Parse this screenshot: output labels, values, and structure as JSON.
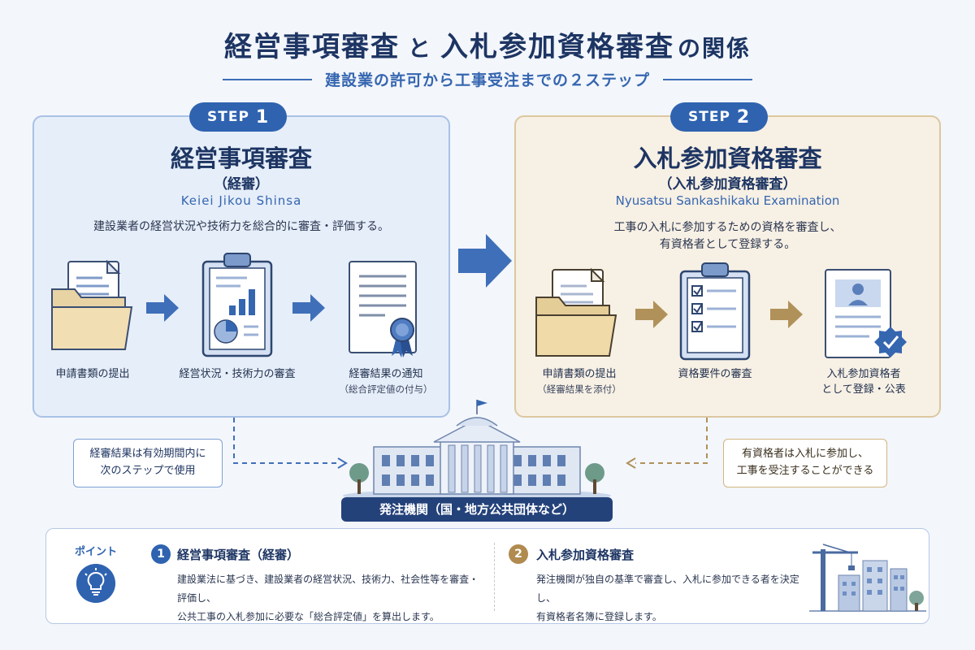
{
  "header": {
    "title_a": "経営事項審査",
    "title_and": "と",
    "title_b": "入札参加資格審査",
    "title_c": "の関係",
    "subtitle": "建設業の許可から工事受注までの２ステップ"
  },
  "step1": {
    "badge_text": "STEP",
    "badge_num": "1",
    "title": "経営事項審査",
    "abbr": "（経審）",
    "romaji": "Keiei Jikou Shinsa",
    "description": "建設業者の経営状況や技術力を総合的に審査・評価する。",
    "flow": [
      {
        "label": "申請書類の提出",
        "sub": ""
      },
      {
        "label": "経営状況・技術力の審査",
        "sub": ""
      },
      {
        "label": "経審結果の通知",
        "sub": "（総合評定値の付与）"
      }
    ]
  },
  "step2": {
    "badge_text": "STEP",
    "badge_num": "2",
    "title": "入札参加資格審査",
    "abbr": "（入札参加資格審査）",
    "romaji": "Nyusatsu Sankashikaku Examination",
    "description_line1": "工事の入札に参加するための資格を審査し、",
    "description_line2": "有資格者として登録する。",
    "flow": [
      {
        "label": "申請書類の提出",
        "sub": "（経審結果を添付）"
      },
      {
        "label": "資格要件の審査",
        "sub": ""
      },
      {
        "label": "入札参加資格者",
        "sub": "として登録・公表"
      }
    ]
  },
  "notes": {
    "left_line1": "経審結果は有効期間内に",
    "left_line2": "次のステップで使用",
    "right_line1": "有資格者は入札に参加し、",
    "right_line2": "工事を受注することができる"
  },
  "agency": {
    "label": "発注機関（国・地方公共団体など）"
  },
  "points": {
    "label": "ポイント",
    "items": [
      {
        "num": "1",
        "title": "経営事項審査（経審）",
        "line1": "建設業法に基づき、建設業者の経営状況、技術力、社会性等を審査・評価し、",
        "line2": "公共工事の入札参加に必要な「総合評定値」を算出します。"
      },
      {
        "num": "2",
        "title": "入札参加資格審査",
        "line1": "発注機関が独自の基準で審査し、入札に参加できる者を決定し、",
        "line2": "有資格者名簿に登録します。"
      }
    ]
  },
  "colors": {
    "primary": "#2f63b0",
    "navy": "#1d3563",
    "gold": "#b08a4f",
    "panel_blue": "#e6eef9",
    "panel_beige": "#f7f0e4"
  }
}
